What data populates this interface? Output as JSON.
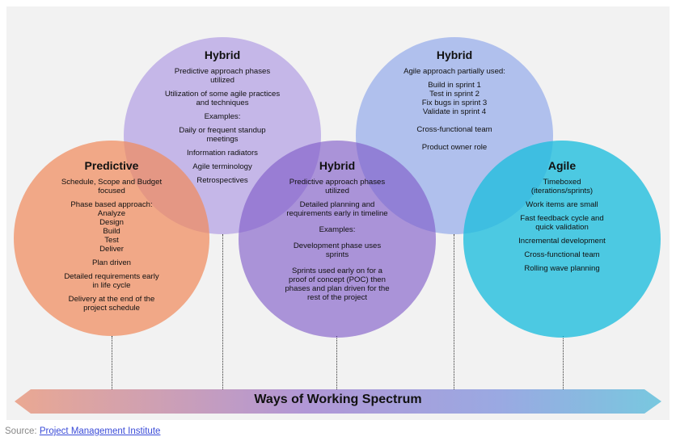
{
  "circles": {
    "hybrid1": {
      "title": "Hybrid",
      "items": [
        "Predictive approach phases\nutilized",
        "Utilization of some agile practices\nand techniques",
        "Examples:",
        "Daily or frequent standup\nmeetings",
        "Information radiators",
        "Agile terminology",
        "Retrospectives"
      ]
    },
    "hybrid3": {
      "title": "Hybrid",
      "intro": "Agile approach partially used:",
      "sprints": [
        "Build in sprint 1",
        "Test in sprint 2",
        "Fix bugs in sprint 3",
        "Validate in sprint 4"
      ],
      "items": [
        "Cross-functional team",
        "Product owner role"
      ]
    },
    "predictive": {
      "title": "Predictive",
      "items_before": [
        "Schedule, Scope and Budget\nfocused"
      ],
      "phase_label": "Phase based approach:",
      "phases": [
        "Analyze",
        "Design",
        "Build",
        "Test",
        "Deliver"
      ],
      "items_after": [
        "Plan driven",
        "Detailed requirements early\nin life cycle",
        "Delivery at the end of the\nproject schedule"
      ]
    },
    "hybrid2": {
      "title": "Hybrid",
      "items": [
        "Predictive approach phases\nutilized",
        "Detailed planning and\nrequirements early in timeline",
        "Examples:",
        "Development phase uses\nsprints",
        "Sprints used early on for a\nproof of concept (POC) then\nphases and plan driven for the\nrest of the project"
      ]
    },
    "agile": {
      "title": "Agile",
      "items": [
        "Timeboxed\n(iterations/sprints)",
        "Work items are small",
        "Fast feedback cycle and\nquick validation",
        "Incremental development",
        "Cross-functional team",
        "Rolling wave planning"
      ]
    }
  },
  "spectrum": {
    "label": "Ways of Working Spectrum"
  },
  "source": {
    "prefix": "Source: ",
    "link": "Project Management Institute"
  },
  "colors": {
    "predictive": "#f08a5d",
    "hybrid_light": "#b9a6e6",
    "hybrid_mid": "#8e6ccf",
    "hybrid_blue": "#9fb2ea",
    "agile": "#2ec4e0",
    "arrow_left": "#e9a58c",
    "arrow_mid": "#a98fd6",
    "arrow_right": "#6ec8e0"
  }
}
